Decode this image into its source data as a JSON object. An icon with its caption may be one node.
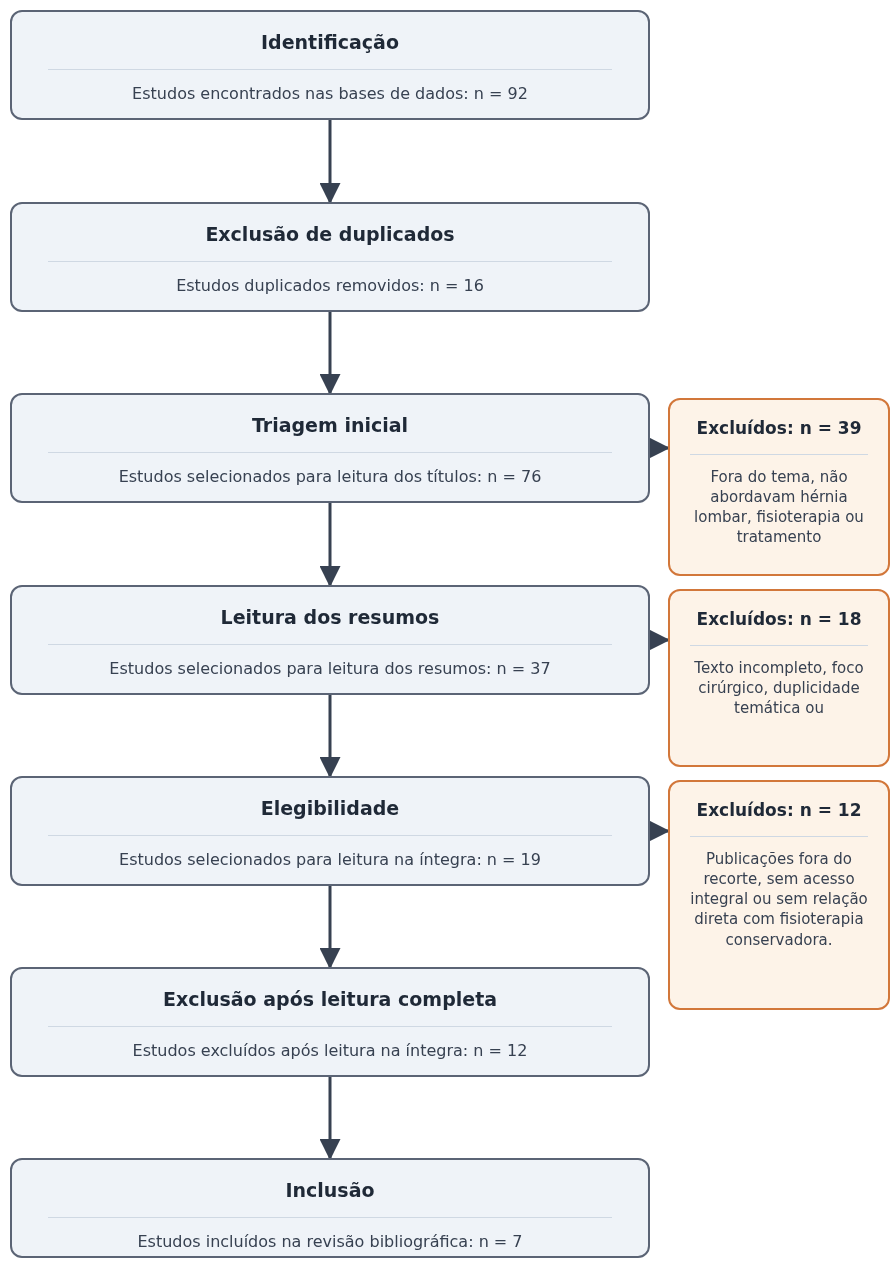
{
  "diagram": {
    "nodes": [
      {
        "text": [
          "Identificação",
          "Estudos encontrados nas bases de dados: n = 92"
        ]
      },
      {
        "text": [
          "Exclusão de duplicados",
          "Estudos duplicados removidos: n = 16"
        ]
      },
      {
        "text": [
          "Triagem inicial",
          "Estudos selecionados para leitura dos títulos: n = 76"
        ]
      },
      {
        "text": [
          "Leitura dos resumos",
          "Estudos selecionados para leitura dos resumos: n = 37"
        ]
      },
      {
        "text": [
          "Elegibilidade",
          "Estudos selecionados para leitura na íntegra: n = 19"
        ]
      },
      {
        "text": [
          "Exclusão após leitura completa",
          "Estudos excluídos após leitura na íntegra: n = 12"
        ]
      },
      {
        "text": [
          "Inclusão",
          "Estudos incluídos na revisão bibliográfica: n = 7"
        ]
      },
      {
        "text": [
          "Excluídos: n = 39",
          "Fora do tema, não abordavam hérnia lombar, fisioterapia ou tratamento"
        ]
      },
      {
        "text": [
          "Excluídos: n = 18",
          "Texto incompleto, foco cirúrgico, duplicidade temática ou"
        ]
      },
      {
        "text": [
          "Excluídos: n = 12",
          "Publicações fora do recorte, sem acesso integral ou sem relação direta com fisioterapia conservadora."
        ]
      }
    ],
    "edges": [
      {
        "from": 0,
        "to": 1,
        "arrow": "to"
      },
      {
        "from": 1,
        "to": 2,
        "arrow": "to"
      },
      {
        "from": 2,
        "to": 3,
        "arrow": "to"
      },
      {
        "from": 3,
        "to": 4,
        "arrow": "to"
      },
      {
        "from": 4,
        "to": 5,
        "arrow": "to"
      },
      {
        "from": 5,
        "to": 6,
        "arrow": "to"
      },
      {
        "from": 2,
        "to": 7,
        "arrow": "to"
      },
      {
        "from": 3,
        "to": 8,
        "arrow": "to"
      },
      {
        "from": 4,
        "to": 9,
        "arrow": "to"
      }
    ]
  }
}
